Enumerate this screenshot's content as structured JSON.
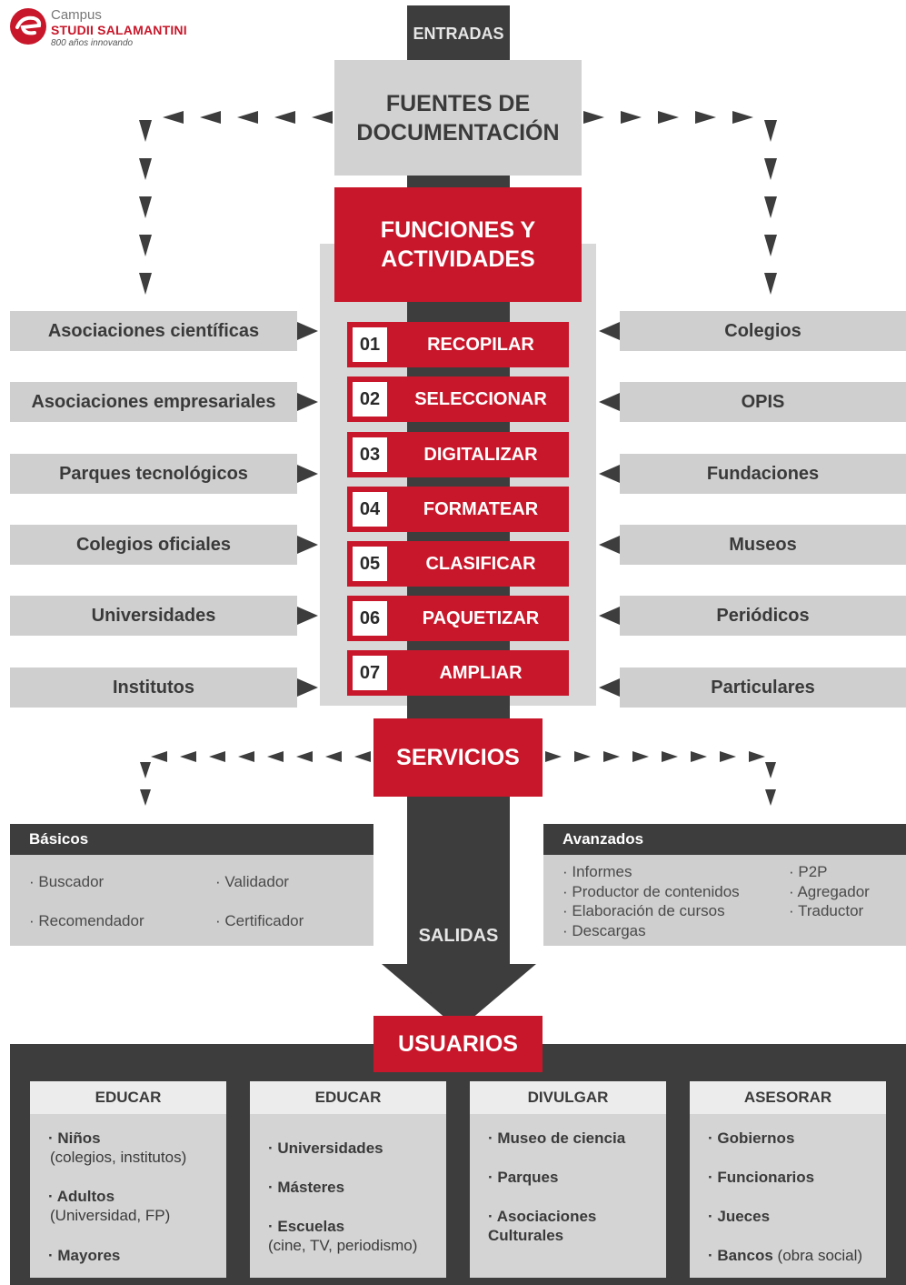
{
  "logo": {
    "line1": "Campus",
    "line2": "STUDII SALAMANTINI",
    "line3": "800 años innovando"
  },
  "flow": {
    "inputs_label": "ENTRADAS",
    "outputs_label": "SALIDAS"
  },
  "sources_title": "FUENTES DE DOCUMENTACIÓN",
  "functions_title": "FUNCIONES Y ACTIVIDADES",
  "functions": [
    {
      "num": "01",
      "label": "RECOPILAR"
    },
    {
      "num": "02",
      "label": "SELECCIONAR"
    },
    {
      "num": "03",
      "label": "DIGITALIZAR"
    },
    {
      "num": "04",
      "label": "FORMATEAR"
    },
    {
      "num": "05",
      "label": "CLASIFICAR"
    },
    {
      "num": "06",
      "label": "PAQUETIZAR"
    },
    {
      "num": "07",
      "label": "AMPLIAR"
    }
  ],
  "left_sources": [
    "Asociaciones científicas",
    "Asociaciones empresariales",
    "Parques tecnológicos",
    "Colegios oficiales",
    "Universidades",
    "Institutos"
  ],
  "right_sources": [
    "Colegios",
    "OPIS",
    "Fundaciones",
    "Museos",
    "Periódicos",
    "Particulares"
  ],
  "services_title": "SERVICIOS",
  "basic_services": {
    "title": "Básicos",
    "col1": [
      "· Buscador",
      "· Recomendador"
    ],
    "col2": [
      "· Validador",
      "· Certificador"
    ]
  },
  "advanced_services": {
    "title": "Avanzados",
    "col1": [
      "· Informes",
      "· Productor de contenidos",
      "· Elaboración de cursos",
      "· Descargas"
    ],
    "col2": [
      "· P2P",
      "· Agregador",
      "· Traductor"
    ]
  },
  "users_title": "USUARIOS",
  "user_groups": [
    {
      "title": "EDUCAR",
      "items": [
        {
          "bold": "· Niños",
          "note": "(colegios, institutos)"
        },
        {
          "bold": "· Adultos",
          "note": "(Universidad, FP)"
        },
        {
          "bold": "· Mayores",
          "note": ""
        }
      ]
    },
    {
      "title": "EDUCAR",
      "items": [
        {
          "bold": "· Universidades",
          "note": ""
        },
        {
          "bold": "· Másteres",
          "note": ""
        },
        {
          "bold": "· Escuelas",
          "note": "(cine, TV, periodismo)"
        }
      ]
    },
    {
      "title": "DIVULGAR",
      "items": [
        {
          "bold": "· Museo de ciencia",
          "note": ""
        },
        {
          "bold": "· Parques",
          "note": ""
        },
        {
          "bold": "· Asociaciones Culturales",
          "note": ""
        }
      ]
    },
    {
      "title": "ASESORAR",
      "items": [
        {
          "bold": "· Gobiernos",
          "note": ""
        },
        {
          "bold": "· Funcionarios",
          "note": ""
        },
        {
          "bold": "· Jueces",
          "note": ""
        },
        {
          "bold": "· Bancos",
          "note": "(obra social)"
        }
      ]
    }
  ],
  "colors": {
    "accent_red": "#c8172a",
    "dark_gray": "#3d3d3d",
    "light_gray": "#cfcfcf"
  }
}
